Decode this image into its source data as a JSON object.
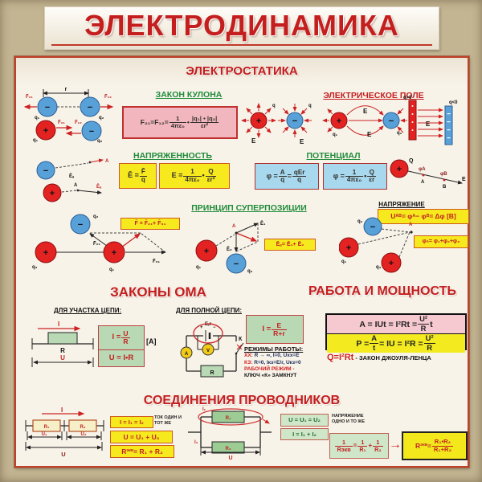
{
  "title": "ЭЛЕКТРОДИНАМИКА",
  "colors": {
    "accent_red": "#c41e1e",
    "header_green": "#1f8b3a",
    "box_yellow": "#f6e91e",
    "box_pink": "#f2b6be",
    "box_blue": "#a8d8ee",
    "box_green": "#b9d8b4",
    "charge_red": "#e32222",
    "charge_blue": "#58a0d8",
    "background_tan": "#c3b592",
    "panel_cream": "#f8f3e9"
  },
  "electrostatics": {
    "header": "ЭЛЕКТРОСТАТИКА",
    "coulomb": {
      "header": "ЗАКОН КУЛОНА",
      "formula": [
        [
          "t",
          "F₂₁=F₁₂= "
        ],
        [
          "f",
          "1",
          "4πε₀"
        ],
        [
          "t",
          " • "
        ],
        [
          "f",
          "|q₁| • |q₂|",
          "εr²"
        ]
      ]
    },
    "field": {
      "header": "ЭЛЕКТРИЧЕСКОЕ ПОЛЕ"
    },
    "intensity": {
      "header": "НАПРЯЖЕННОСТЬ",
      "f1": [
        [
          "t",
          "Ē = "
        ],
        [
          "f",
          "F̄",
          "q"
        ]
      ],
      "f2": [
        [
          "t",
          "E = "
        ],
        [
          "f",
          "1",
          "4πε₀"
        ],
        [
          "t",
          " • "
        ],
        [
          "f",
          "Q",
          "εr²"
        ]
      ]
    },
    "potential": {
      "header": "ПОТЕНЦИАЛ",
      "f1": [
        [
          "t",
          "φ = "
        ],
        [
          "f",
          "A",
          "q"
        ],
        [
          "t",
          " = "
        ],
        [
          "f",
          "qEr",
          "q"
        ]
      ],
      "f2": [
        [
          "t",
          "φ = "
        ],
        [
          "f",
          "1",
          "4πε₀"
        ],
        [
          "t",
          " • "
        ],
        [
          "f",
          "Q",
          "εr"
        ]
      ]
    },
    "superposition": {
      "header": "ПРИНЦИП СУПЕРПОЗИЦИИ",
      "force_formula": [
        [
          "t",
          "F̄ = F̄₂₁+ F̄₃₁"
        ]
      ],
      "field_formula": [
        [
          "t",
          "Ēₐ= Ē₁+ Ē₂"
        ]
      ]
    },
    "voltage": {
      "header": "НАПРЯЖЕНИЕ",
      "u_formula": [
        [
          "t",
          "U"
        ],
        [
          "s",
          "АВ"
        ],
        [
          "t",
          "= φ"
        ],
        [
          "s",
          "А"
        ],
        [
          "t",
          "− φ"
        ],
        [
          "s",
          "В"
        ],
        [
          "t",
          "= Δφ [В]"
        ]
      ],
      "phi_formula": [
        [
          "t",
          "φ"
        ],
        [
          "s",
          "А"
        ],
        [
          "t",
          " = φ₁+φ₂+φ₃"
        ]
      ]
    }
  },
  "ohm": {
    "header": "ЗАКОНЫ ОМА",
    "segment": {
      "header": "ДЛЯ УЧАСТКА ЦЕПИ:",
      "f1": [
        [
          "t",
          "I = "
        ],
        [
          "f",
          "U",
          "R"
        ]
      ],
      "f2": [
        [
          "t",
          "U = I•R"
        ]
      ],
      "unit": "[A]"
    },
    "full": {
      "header": "ДЛЯ ПОЛНОЙ ЦЕПИ:",
      "f1": [
        [
          "t",
          "I = "
        ],
        [
          "f",
          "E",
          "R+r"
        ]
      ]
    },
    "modes": {
      "header": "РЕЖИМЫ РАБОТЫ:",
      "lines": [
        {
          "pre": "ХХ:",
          "rest": " R → ∞, I=0, Uхх=E"
        },
        {
          "pre": "КЗ:",
          "rest": " R=0, Iкз=E/r, Uкз=0"
        }
      ],
      "work1": "РАБОЧИЙ РЕЖИМ -",
      "work2": "КЛЮЧ «К» ЗАМКНУТ"
    }
  },
  "power": {
    "header": "РАБОТА И МОЩНОСТЬ",
    "fA": [
      [
        "t",
        "A = IUt = I²Rt = "
      ],
      [
        "f",
        "U²",
        "R"
      ],
      [
        "t",
        "t"
      ]
    ],
    "fP": [
      [
        "t",
        "P = "
      ],
      [
        "f",
        "A",
        "t"
      ],
      [
        "t",
        " = IU = I²R = "
      ],
      [
        "f",
        "U²",
        "R"
      ]
    ],
    "joule": "Q=I²Rt",
    "joule_label": " - ЗАКОН ДЖОУЛЯ-ЛЕНЦА"
  },
  "connections": {
    "header": "СОЕДИНЕНИЯ ПРОВОДНИКОВ",
    "series": {
      "f1": [
        [
          "t",
          "I = I₁ = I₂"
        ]
      ],
      "note1": "ТОК ОДИН И",
      "note2": "ТОТ ЖЕ",
      "f2": [
        [
          "t",
          "U = U₁ + U₂"
        ]
      ],
      "f3": [
        [
          "t",
          "R"
        ],
        [
          "s",
          "экв"
        ],
        [
          "t",
          " = R₁ + R₂"
        ]
      ]
    },
    "parallel": {
      "f1": [
        [
          "t",
          "U = U₁ = U₂"
        ]
      ],
      "note1": "НАПРЯЖЕНИЕ",
      "note2": "ОДНО И ТО ЖЕ",
      "f2": [
        [
          "t",
          "I = I₁ + I₂"
        ]
      ],
      "f3": [
        [
          "f",
          "1",
          "Rэкв"
        ],
        [
          "t",
          " = "
        ],
        [
          "f",
          "1",
          "R₁"
        ],
        [
          "t",
          " + "
        ],
        [
          "f",
          "1",
          "R₂"
        ]
      ],
      "f4": [
        [
          "t",
          "R"
        ],
        [
          "s",
          "экв"
        ],
        [
          "t",
          "= "
        ],
        [
          "f",
          "R₁•R₂",
          "R₁+R₂"
        ]
      ]
    }
  },
  "sym": {
    "r": "r",
    "q": "q",
    "q1": "q₁",
    "q2": "q₂",
    "q3": "q₃",
    "qpos": "q>0",
    "qneg": "q<0",
    "E": "E",
    "Q": "Q",
    "A": "А",
    "B": "В",
    "EA": "Ēₐ",
    "E1": "Ē₁",
    "E2": "Ē₂",
    "F21": "F̄₂₁",
    "F12": "F̄₁₂",
    "F31": "F̄₃₁",
    "phiA": "φА",
    "phiB": "φВ",
    "I": "I",
    "R": "R",
    "U": "U",
    "I1": "I₁",
    "I2": "I₂",
    "R1": "R₁",
    "R2": "R₂",
    "U1": "U₁",
    "U2": "U₂",
    "Er": "E,r",
    "K": "К",
    "plus": "+",
    "minus": "−",
    "amp": "А",
    "volt": "V"
  }
}
